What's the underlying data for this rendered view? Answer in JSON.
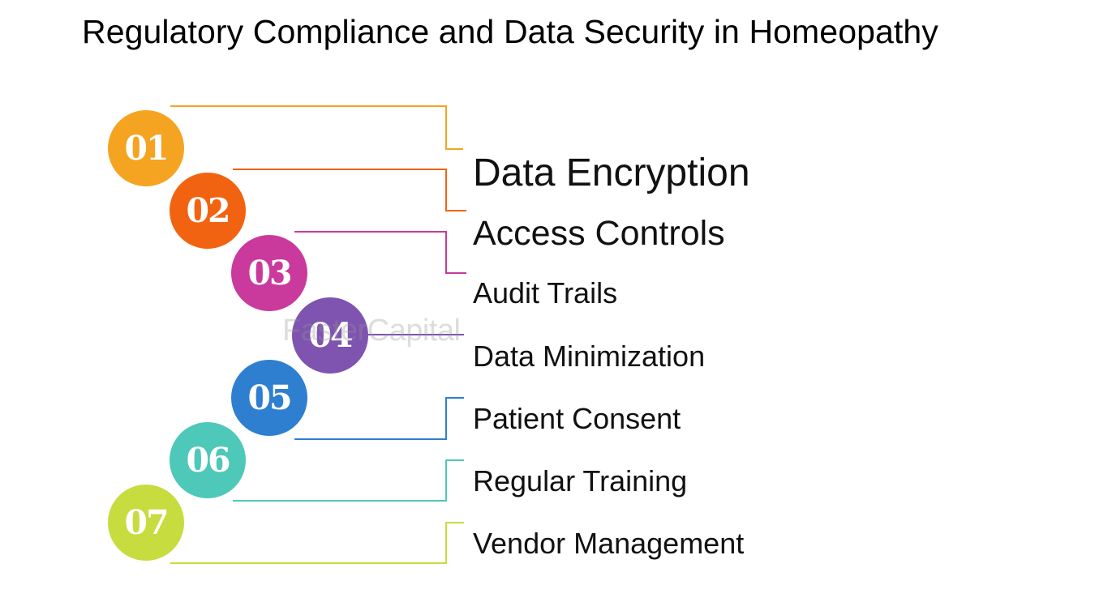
{
  "title": "Regulatory Compliance and Data Security in Homeopathy",
  "watermark": "FasterCapital",
  "items": [
    {
      "number": "01",
      "label": "Data Encryption",
      "color": "#f5a421"
    },
    {
      "number": "02",
      "label": "Access Controls",
      "color": "#f26311"
    },
    {
      "number": "03",
      "label": "Audit Trails",
      "color": "#c93a9c"
    },
    {
      "number": "04",
      "label": "Data Minimization",
      "color": "#7e54b0"
    },
    {
      "number": "05",
      "label": "Patient Consent",
      "color": "#2e7fcf"
    },
    {
      "number": "06",
      "label": "Regular Training",
      "color": "#4ec8b8"
    },
    {
      "number": "07",
      "label": "Vendor Management",
      "color": "#c7dc3e"
    }
  ]
}
